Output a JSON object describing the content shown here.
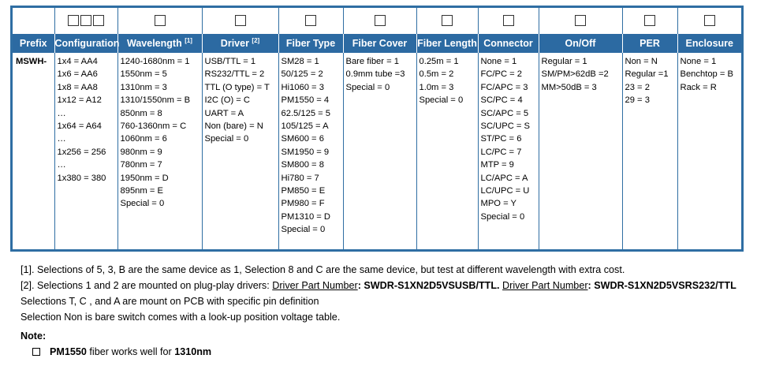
{
  "table": {
    "headers": {
      "prefix": "Prefix",
      "configuration": "Configuration",
      "wavelength": "Wavelength",
      "wavelength_ref": "[1]",
      "driver": "Driver",
      "driver_ref": "[2]",
      "fiber_type": "Fiber Type",
      "fiber_cover": "Fiber Cover",
      "fiber_length": "Fiber Length",
      "connector": "Connector",
      "on_off": "On/Off",
      "per": "PER",
      "enclosure": "Enclosure"
    },
    "prefix": "MSWH-",
    "configuration": [
      "1x4 = AA4",
      "1x6 = AA6",
      "1x8 = AA8",
      "1x12 = A12",
      "…",
      "1x64 = A64",
      "…",
      "1x256 = 256",
      "…",
      "1x380 = 380"
    ],
    "wavelength": [
      "1240-1680nm = 1",
      "1550nm = 5",
      "1310nm = 3",
      "1310/1550nm = B",
      "850nm = 8",
      "760-1360nm = C",
      "1060nm = 6",
      "980nm = 9",
      "780nm = 7",
      "1950nm = D",
      "895nm = E",
      "Special = 0"
    ],
    "driver": [
      "USB/TTL = 1",
      "RS232/TTL = 2",
      "TTL (O type) = T",
      "I2C (O) = C",
      "UART = A",
      "Non (bare) = N",
      "Special = 0"
    ],
    "fiber_type": [
      "SM28 = 1",
      "50/125 = 2",
      "Hi1060 = 3",
      "PM1550 = 4",
      "62.5/125 = 5",
      "105/125 = A",
      "SM600 = 6",
      "SM1950 = 9",
      "SM800 = 8",
      "Hi780 = 7",
      "PM850 = E",
      "PM980 = F",
      "PM1310 = D",
      "Special = 0"
    ],
    "fiber_cover": [
      "Bare fiber = 1",
      "0.9mm tube =3",
      "Special = 0"
    ],
    "fiber_length": [
      "0.25m = 1",
      "0.5m = 2",
      "1.0m = 3",
      "Special = 0"
    ],
    "connector": [
      "None = 1",
      "FC/PC = 2",
      "FC/APC = 3",
      "SC/PC = 4",
      "SC/APC = 5",
      "SC/UPC = S",
      "ST/PC = 6",
      "LC/PC = 7",
      "MTP = 9",
      "LC/APC = A",
      "LC/UPC = U",
      "MPO = Y",
      "Special = 0"
    ],
    "on_off": [
      "Regular = 1",
      "SM/PM>62dB =2",
      "MM>50dB = 3"
    ],
    "per": [
      "Non = N",
      "Regular =1",
      "23 = 2",
      "29 = 3"
    ],
    "enclosure": [
      "None = 1",
      "Benchtop = B",
      "Rack = R"
    ]
  },
  "notes": {
    "footnote1": "[1]. Selections of 5, 3, B are the same device as 1, Selection 8 and C are the same device, but test at different wavelength with extra cost.",
    "footnote2_pre": "[2]. Selections 1 and 2 are mounted on plug-play drivers: ",
    "pn_label": "Driver Part Number",
    "pn1": ": SWDR-S1XN2D5VSUSB/TTL.",
    "pn2": ": SWDR-S1XN2D5VSRS232/TTL",
    "line3": "Selections T, C , and A are mount on PCB with specific pin definition",
    "line4": "Selection  Non is bare switch comes with a look-up position voltage table.",
    "note_title": "Note:",
    "note_bullet_bold1": "PM1550",
    "note_bullet_text": " fiber works well for ",
    "note_bullet_bold2": "1310nm"
  }
}
